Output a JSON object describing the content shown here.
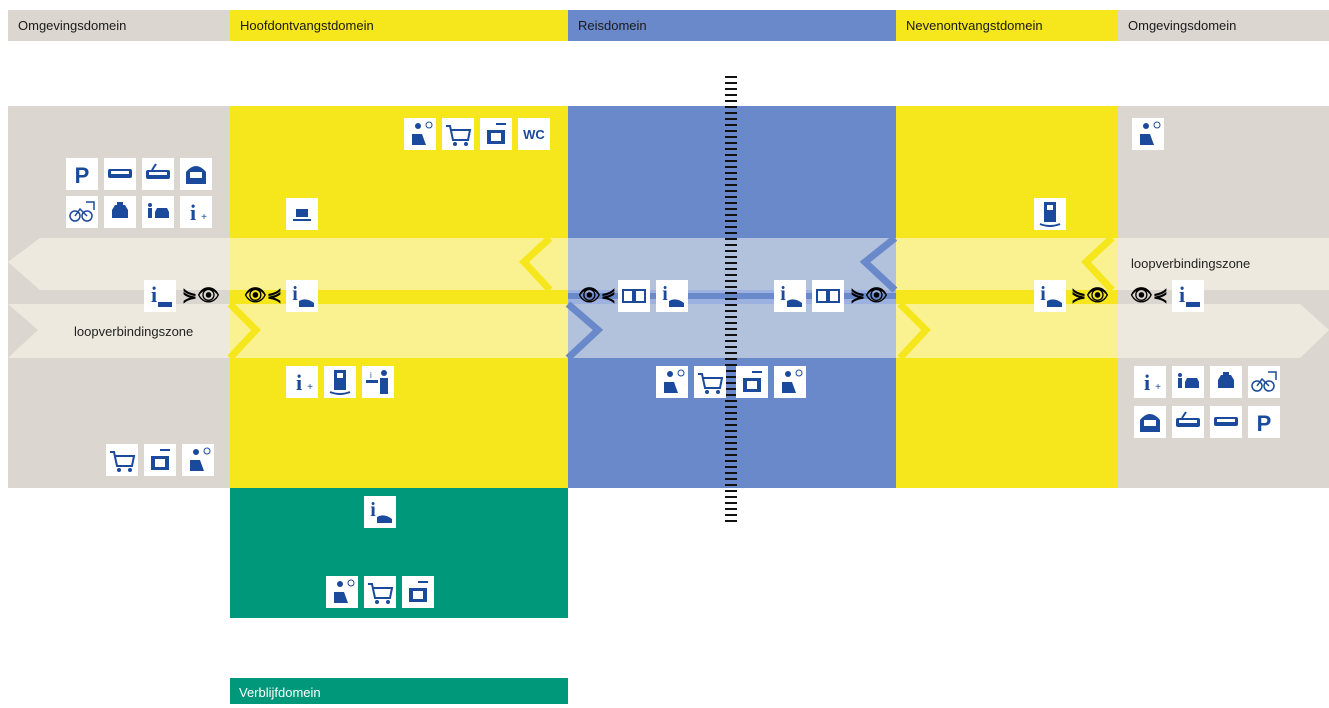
{
  "headers": {
    "env_left": "Omgevingsdomein",
    "main_reception": "Hoofdontvangstdomein",
    "travel": "Reisdomein",
    "side_reception": "Nevenontvangstdomein",
    "env_right": "Omgevingsdomein"
  },
  "zones": {
    "walk_left": "loopverbindingszone",
    "walk_right": "loopverbindingszone"
  },
  "footer": {
    "stay_domain": "Verblijfdomein"
  },
  "icons": {
    "parking": "P",
    "wc": "WC",
    "info": "i"
  },
  "colors": {
    "environment": "#dcd6d0",
    "reception": "#f6e61c",
    "travel": "#6a89cb",
    "stay": "#00987a",
    "icon_blue": "#1b4a9c"
  }
}
